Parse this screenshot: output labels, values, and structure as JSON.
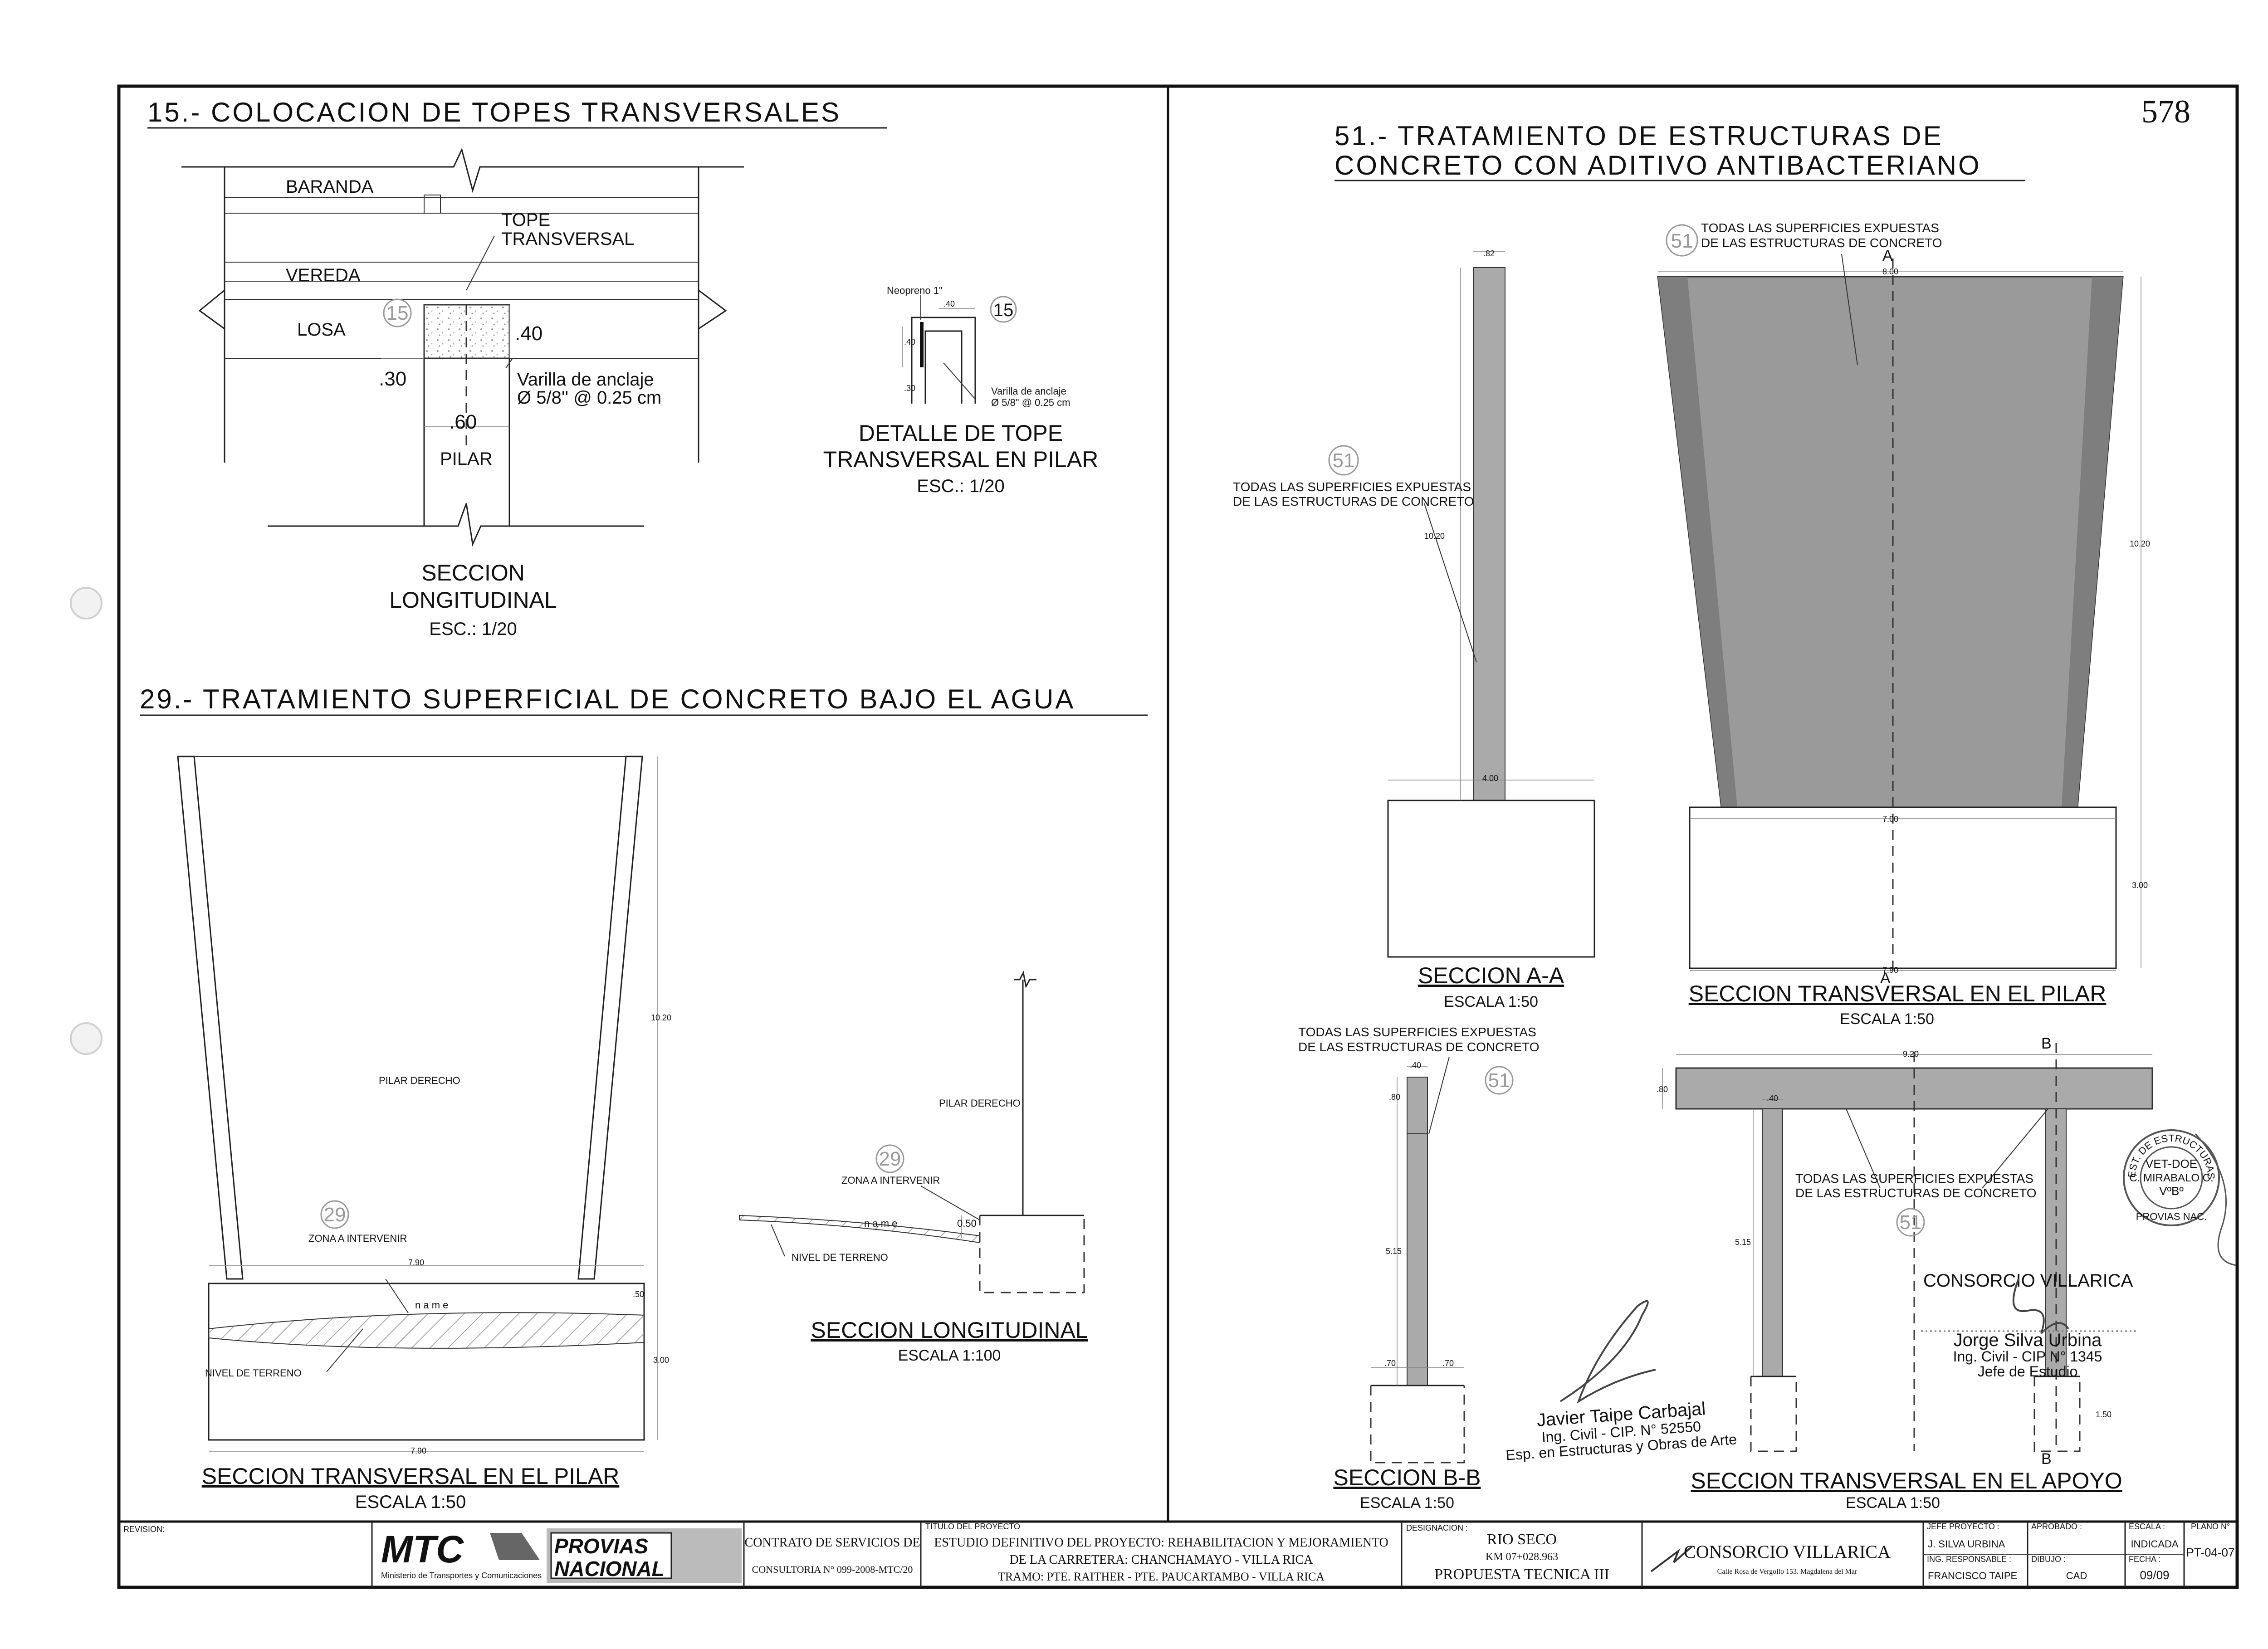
{
  "sheet_number": "578",
  "sec15": {
    "title": "15.- COLOCACION DE TOPES TRANSVERSALES",
    "baranda": "BARANDA",
    "tope1": "TOPE",
    "tope2": "TRANSVERSAL",
    "vereda": "VEREDA",
    "losa": "LOSA",
    "callout": "15",
    "dim_40": ".40",
    "dim_30": ".30",
    "dim_60": ".60",
    "varilla1": "Varilla de anclaje",
    "varilla2": "Ø 5/8'' @ 0.25 cm",
    "pilar": "PILAR",
    "view1": "SECCION",
    "view2": "LONGITUDINAL",
    "scale": "ESC.: 1/20",
    "detail": {
      "neopreno": "Neopreno 1\"",
      "d40a": ".40",
      "d40b": ".40",
      "d30": ".30",
      "callout": "15",
      "varilla1": "Varilla de anclaje",
      "varilla2": "Ø 5/8\" @ 0.25 cm",
      "title1": "DETALLE DE TOPE",
      "title2": "TRANSVERSAL EN PILAR",
      "scale": "ESC.: 1/20"
    }
  },
  "sec29": {
    "title": "29.- TRATAMIENTO SUPERFICIAL DE CONCRETO BAJO EL AGUA",
    "left": {
      "pilar": "PILAR DERECHO",
      "callout": "29",
      "zona": "ZONA A INTERVENIR",
      "w_top": "7.90",
      "name": "n a m e",
      "nivel": "NIVEL DE TERRENO",
      "w_bot": "7.90",
      "h_main": "10.20",
      "h_50": ".50",
      "h_base": "3.00",
      "title": "SECCION TRANSVERSAL EN EL PILAR",
      "scale": "ESCALA 1:50"
    },
    "right": {
      "pilar": "PILAR DERECHO",
      "callout": "29",
      "zona": "ZONA A INTERVENIR",
      "name": "n a m e",
      "d50": "0.50",
      "nivel": "NIVEL DE TERRENO",
      "title": "SECCION LONGITUDINAL",
      "scale": "ESCALA 1:100"
    }
  },
  "sec51": {
    "title1": "51.- TRATAMIENTO DE ESTRUCTURAS DE",
    "title2": "CONCRETO CON ADITIVO ANTIBACTERIANO",
    "callout": "51",
    "note1": "TODAS LAS SUPERFICIES EXPUESTAS",
    "note2": "DE LAS ESTRUCTURAS DE CONCRETO",
    "aa": {
      "d82": ".82",
      "h": "10.20",
      "w": "4.00",
      "title": "SECCION A-A",
      "scale": "ESCALA 1:50"
    },
    "pilar": {
      "cut_top": "A",
      "cut_bot": "A",
      "w_top": "8.00",
      "h": "10.20",
      "w_mid": "7.00",
      "h_base": "3.00",
      "w_bot": "7.90",
      "title": "SECCION TRANSVERSAL EN EL PILAR",
      "scale": "ESCALA 1:50"
    },
    "bb": {
      "d40": ".40",
      "d80": ".80",
      "h": "5.15",
      "d70a": ".70",
      "d70b": ".70",
      "title": "SECCION B-B",
      "scale": "ESCALA 1:50"
    },
    "apoyo": {
      "cut_top": "B",
      "cut_bot": "B",
      "w": "9.20",
      "d80": ".80",
      "d40": ".40",
      "h": "5.15",
      "d150": "1.50",
      "title": "SECCION TRANSVERSAL EN EL APOYO",
      "scale": "ESCALA 1:50"
    }
  },
  "stamps": {
    "consorcio": "CONSORCIO VILLARICA",
    "jorge": "Jorge Silva Urbina",
    "jorge_cip": "Ing. Civil - CIP N° 1345",
    "jorge_role": "Jefe de Estudio",
    "javier": "Javier Taipe Carbajal",
    "javier_cip": "Ing. Civil - CIP. N° 52550",
    "javier_role": "Esp. en Estructuras y Obras de Arte",
    "round1": "VET-DOE",
    "round2": "C. MIRABALO C.",
    "round3": "VºBº",
    "round_ring": "EST. DE ESTRUCTURAS Y OBRAS DE ARTE",
    "round_bot": "PROVIAS NAC."
  },
  "title_block": {
    "revision": "REVISION:",
    "mtc": "MTC",
    "mtc_sub": "Ministerio de Transportes y Comunicaciones",
    "provias1": "PROVIAS",
    "provias2": "NACIONAL",
    "contrato1": "CONTRATO DE SERVICIOS DE",
    "contrato2": "CONSULTORIA N° 099-2008-MTC/20",
    "titulo_lbl": "TITULO DEL PROYECTO",
    "titulo1": "ESTUDIO DEFINITIVO DEL PROYECTO: REHABILITACION Y MEJORAMIENTO",
    "titulo2": "DE LA CARRETERA: CHANCHAMAYO - VILLA RICA",
    "titulo3": "TRAMO: PTE. RAITHER - PTE. PAUCARTAMBO - VILLA RICA",
    "desig_lbl": "DESIGNACION :",
    "desig1": "RIO SECO",
    "desig2": "KM 07+028.963",
    "desig3": "PROPUESTA TECNICA III",
    "consorcio": "CONSORCIO VILLARICA",
    "consorcio_addr": "Calle Rosa de Vergollo 153. Magdalena del Mar",
    "jefe_lbl": "JEFE PROYECTO :",
    "jefe": "J. SILVA URBINA",
    "ing_lbl": "ING. RESPONSABLE :",
    "ing": "FRANCISCO TAIPE",
    "aprobado_lbl": "APROBADO :",
    "dibujo_lbl": "DIBUJO :",
    "dibujo": "CAD",
    "escala_lbl": "ESCALA :",
    "escala": "INDICADA",
    "fecha_lbl": "FECHA :",
    "fecha": "09/09",
    "plano_lbl": "PLANO N°",
    "plano": "PT-04-07"
  }
}
